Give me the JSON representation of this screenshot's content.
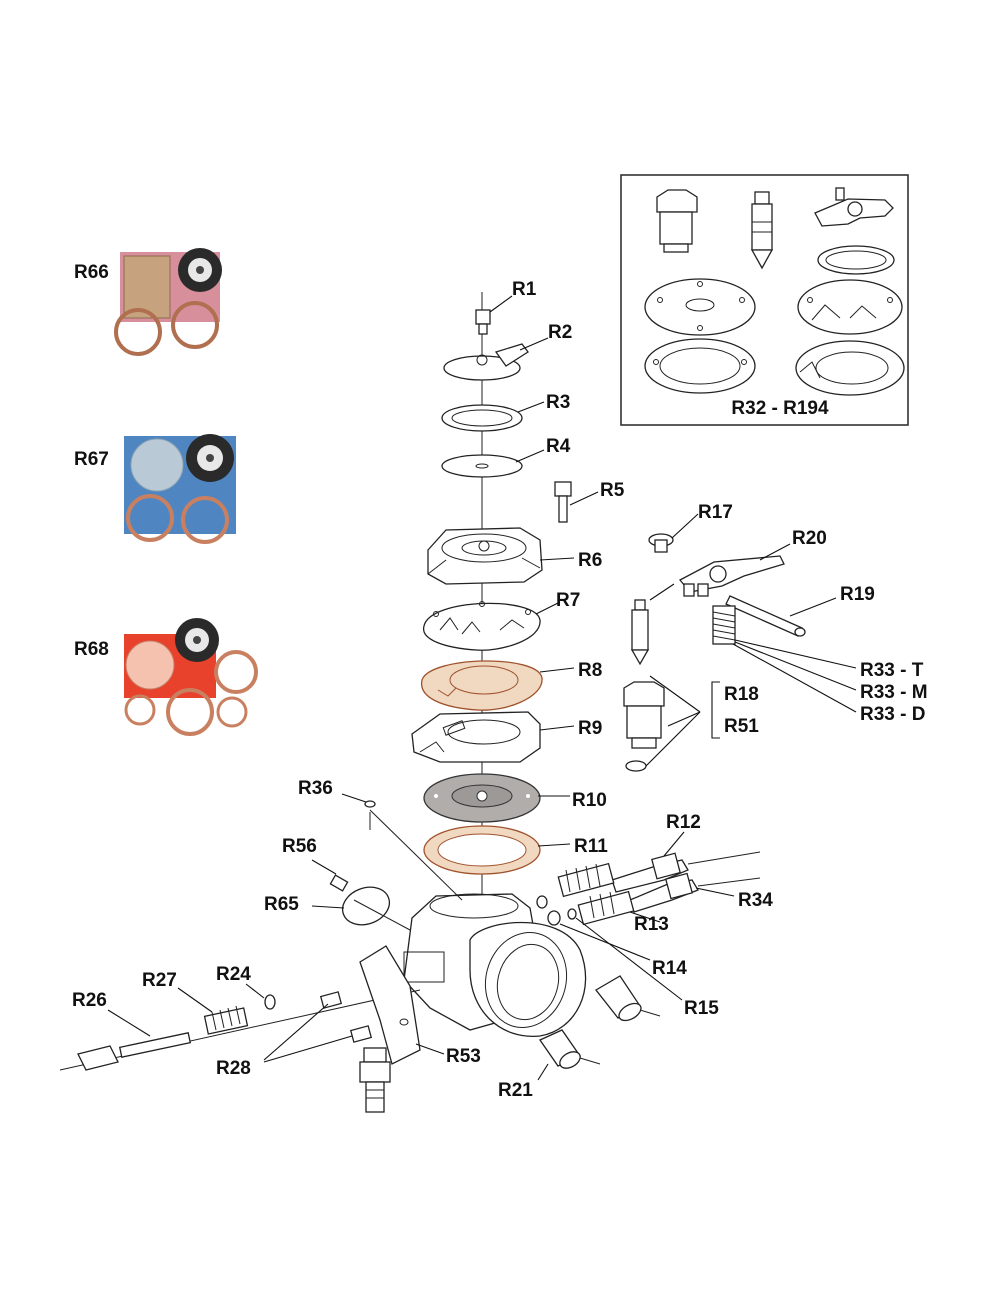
{
  "diagram": {
    "kit_box_label": "R32 - R194",
    "kits": [
      {
        "label": "R66",
        "color": "#d88f9c"
      },
      {
        "label": "R67",
        "color": "#4f86c2"
      },
      {
        "label": "R68",
        "color": "#e8412c"
      }
    ],
    "labels": {
      "r1": "R1",
      "r2": "R2",
      "r3": "R3",
      "r4": "R4",
      "r5": "R5",
      "r6": "R6",
      "r7": "R7",
      "r8": "R8",
      "r9": "R9",
      "r10": "R10",
      "r11": "R11",
      "r12": "R12",
      "r13": "R13",
      "r14": "R14",
      "r15": "R15",
      "r17": "R17",
      "r18": "R18",
      "r19": "R19",
      "r20": "R20",
      "r21": "R21",
      "r24": "R24",
      "r26": "R26",
      "r27": "R27",
      "r28": "R28",
      "r33t": "R33 - T",
      "r33m": "R33 - M",
      "r33d": "R33 - D",
      "r34": "R34",
      "r36": "R36",
      "r51": "R51",
      "r53": "R53",
      "r56": "R56",
      "r65": "R65"
    },
    "colors": {
      "gasket_tan": "#f0d9c0",
      "gasket_line": "#a0522d",
      "diaphragm_gray": "#b0adab"
    }
  }
}
